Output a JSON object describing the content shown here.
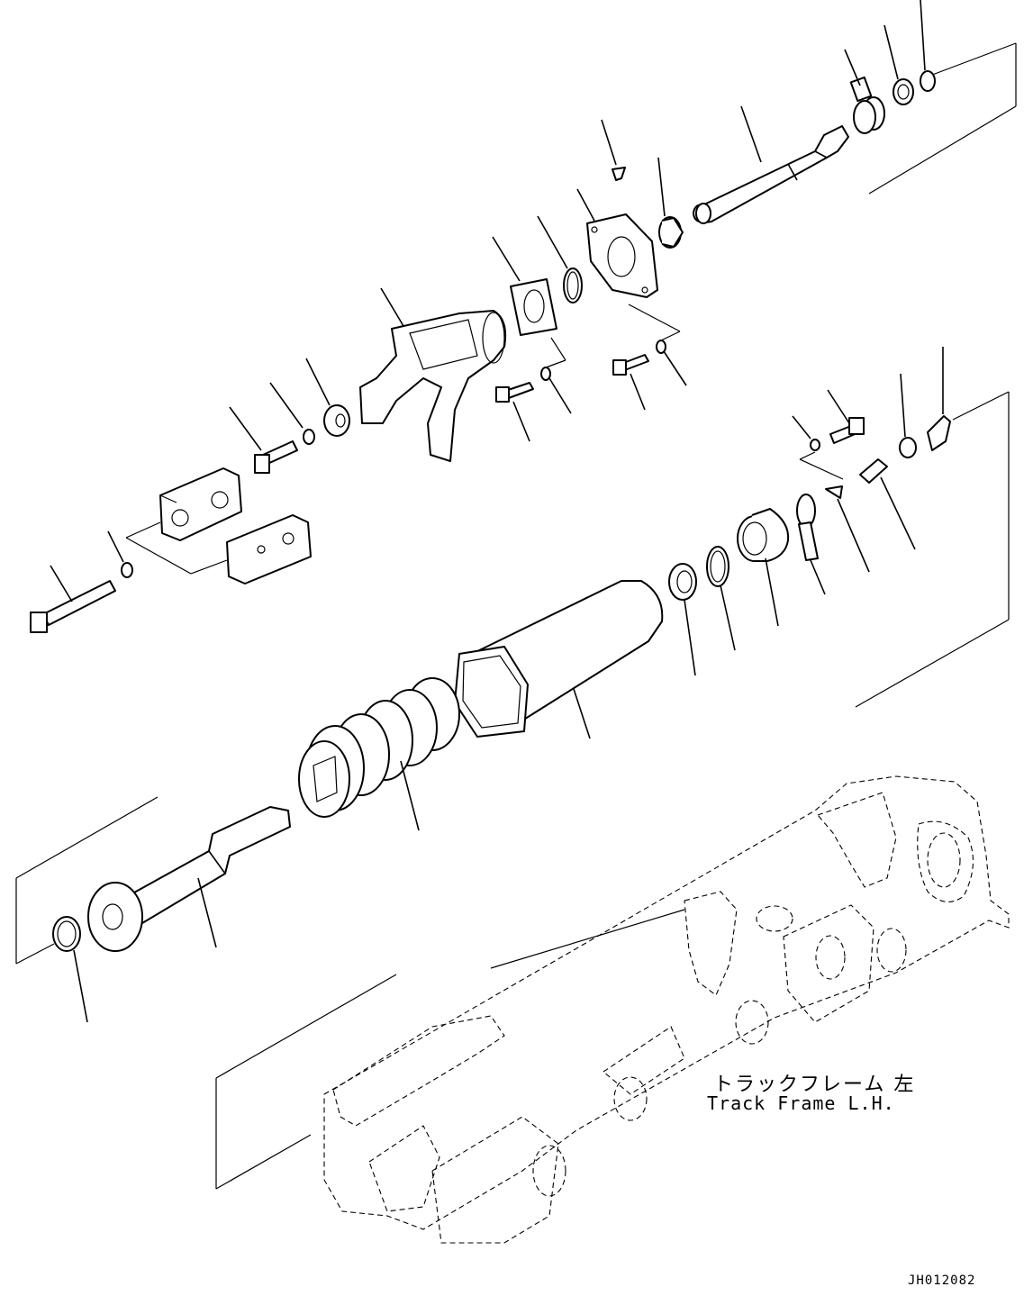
{
  "labels": {
    "track_frame_jp": "トラックフレーム 左",
    "track_frame_en": "Track Frame L.H.",
    "drawing_id": "JH012082"
  }
}
